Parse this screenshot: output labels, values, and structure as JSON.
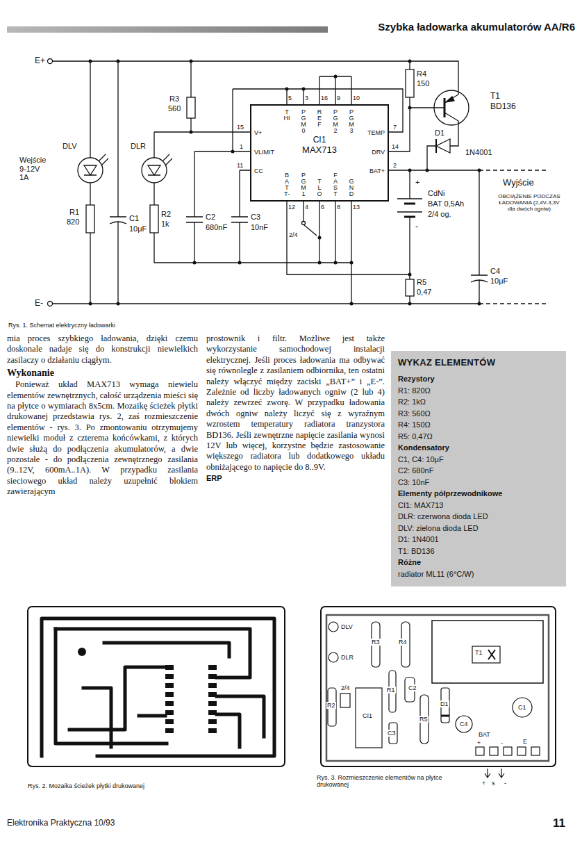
{
  "diagram": {
    "title": "Szybka ładowarka akumulatorów AA/R6",
    "nodes": [
      {
        "text": [
          "CI1",
          "MAX713",
          "THI",
          "PGM0",
          "REF",
          "PGM2",
          "PGM3",
          "V+",
          "VLIMIT",
          "CC",
          "TEMP",
          "DRV",
          "BAT+",
          "BATT-",
          "PGM1",
          "TLO",
          "FAST",
          "GND"
        ]
      },
      {
        "text": [
          "WYKAZ ELEMENTÓW",
          "Rezystory",
          "R1: 820Ω",
          "R2: 1kΩ",
          "R3: 560Ω",
          "R4: 150Ω",
          "R5: 0,47Ω",
          "Kondensatory",
          "C1, C4: 10μF",
          "C2: 680nF",
          "C3: 10nF",
          "Elementy półprzewodnikowe",
          "CI1: MAX713",
          "DLR: czerwona dioda LED",
          "DLV: zielona dioda LED",
          "D1: 1N4001",
          "T1: BD136",
          "Różne",
          "radiator ML11 (6°C/W)"
        ]
      }
    ],
    "labels": [
      "E+",
      "R3",
      "560",
      "DLV",
      "DLR",
      "Wejście 9-12V 1A",
      "R1",
      "820",
      "C1",
      "10μF",
      "R2",
      "1k",
      "C2",
      "680nF",
      "C3",
      "10nF",
      "E-",
      "R4",
      "150",
      "T1",
      "BD136",
      "D1",
      "1N4001",
      "+",
      "CdNi",
      "BAT 0,5Ah",
      "2/4 og.",
      "-",
      "Wyjście",
      "OBCIĄŻENIE PODCZAS ŁADOWANIA (2,4V-3,3V dla dwóch ogniw)",
      "R5",
      "0,47",
      "C4",
      "10μF",
      "2/4",
      "5",
      "3",
      "16",
      "9",
      "10",
      "15",
      "1",
      "11",
      "7",
      "14",
      "2",
      "12",
      "4",
      "6",
      "8",
      "13",
      "Rys. 1. Schemat elektryczny ładowarki",
      "mia proces szybkiego ładowania, dzięki czemu doskonale nadaje się do konstrukcji niewielkich zasilaczy o działaniu ciągłym.",
      "Wykonanie",
      "Ponieważ układ MAX713 wymaga niewielu elementów zewnętrznych, całość urządzenia mieści się na płytce o wymiarach 8x5cm. Mozaikę ścieżek płytki drukowanej przedstawia rys. 2, zaś rozmieszczenie elementów - rys. 3. Po zmontowaniu otrzymujemy niewielki moduł z czterema końcówkami, z których dwie służą do podłączenia akumulatorów, a dwie pozostałe - do podłączenia zewnętrznego zasilania (9..12V, 600mA..1A). W przypadku zasilania sieciowego układ należy uzupełnić blokiem zawierającym",
      "prostownik i filtr. Możliwe jest także wykorzystanie samochodowej instalacji elektrycznej. Jeśli proces ładowania ma odbywać się równolegle z zasilaniem odbiornika, ten ostatni należy włączyć między zaciski „BAT+” i „E-”. Zależnie od liczby ładowanych ogniw (2 lub 4) należy zewrzeć zworę. W przypadku ładowania dwóch ogniw należy liczyć się z wyraźnym wzrostem temperatury radiatora tranzystora BD136. Jeśli zewnętrzne napięcie zasilania wynosi 12V lub więcej, korzystne będzie zastosowanie większego radiatora lub dodatkowego układu obniżającego to napięcie do 8..9V.",
      "ERP",
      "Rys. 2. Mozaika ścieżek płytki drukowanej",
      "Rys. 3. Rozmieszczenie elementów na płytce drukowanej",
      "DLV",
      "DLR",
      "R3",
      "R4",
      "T1",
      "R1",
      "C2",
      "R2",
      "2/4",
      "CI1",
      "C3",
      "R5",
      "D1",
      "C4",
      "C1",
      "BAT",
      "+",
      "-",
      "E",
      "+",
      "s",
      "-",
      "Elektronika Praktyczna 10/93",
      "11"
    ]
  }
}
